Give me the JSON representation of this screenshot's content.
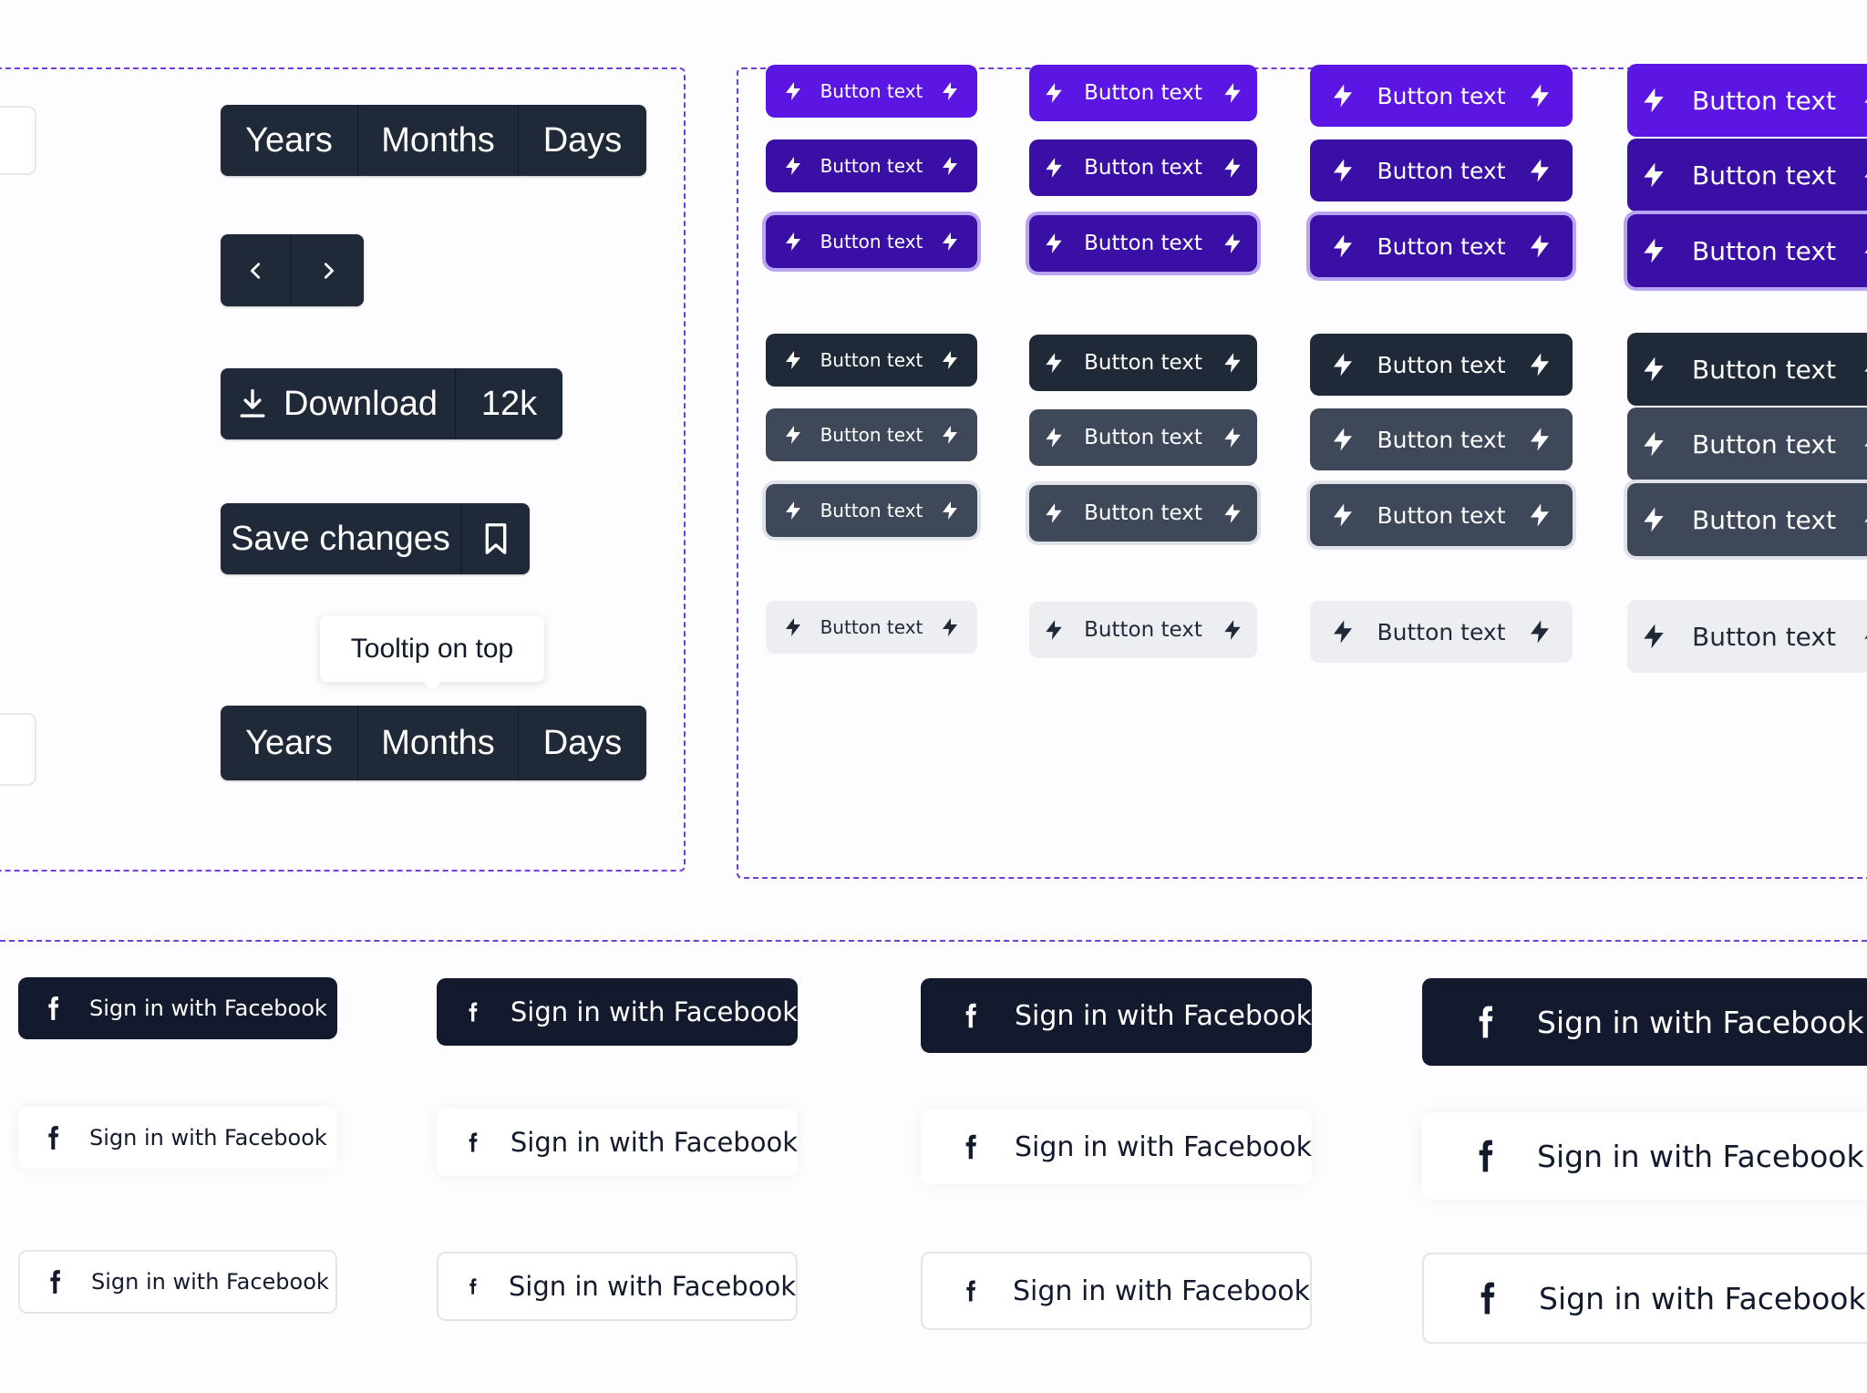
{
  "colors": {
    "primary": "#5b16e3",
    "primary_dark": "#3a0fa6",
    "neutral_dark": "#1f2937",
    "neutral_gray": "#3f4859",
    "neutral_light": "#eceef2",
    "facebook_dark": "#141a2e",
    "frame_dash": "#6d3fd6"
  },
  "segmented_top": [
    "Years",
    "Months",
    "Days"
  ],
  "pager": {
    "prev_icon": "chevron-left-icon",
    "next_icon": "chevron-right-icon"
  },
  "download_group": {
    "label": "Download",
    "count": "12k",
    "icon": "download-icon"
  },
  "save_group": {
    "label": "Save changes",
    "icon": "bookmark-icon"
  },
  "tooltip": {
    "text": "Tooltip on top"
  },
  "segmented_bottom": [
    "Years",
    "Months",
    "Days"
  ],
  "button_grid": {
    "label": "Button text",
    "leading_icon": "bolt-icon",
    "trailing_icon": "bolt-icon"
  },
  "facebook": {
    "label": "Sign in with Facebook",
    "icon": "facebook-icon"
  }
}
